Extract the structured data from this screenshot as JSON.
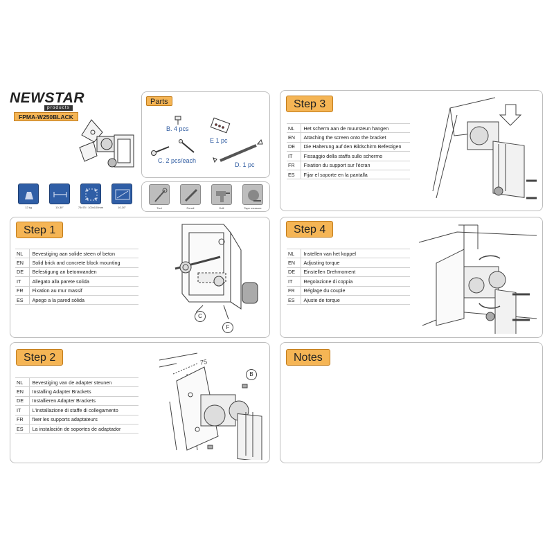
{
  "brand": {
    "name": "NEWSTAR",
    "tagline": "products",
    "model": "FPMA-W250BLACK"
  },
  "specs": [
    {
      "icon": "weight-icon",
      "label": "12 kg"
    },
    {
      "icon": "size-range-icon",
      "label": "10-30\""
    },
    {
      "icon": "vesa-pattern-icon",
      "label": "75x75 / 100x100mm"
    },
    {
      "icon": "screen-size-icon",
      "label": "10-30\""
    }
  ],
  "tools": [
    {
      "icon": "tool-icon",
      "label": "Tool"
    },
    {
      "icon": "pencil-icon",
      "label": "Pencil"
    },
    {
      "icon": "drill-icon",
      "label": "Drill"
    },
    {
      "icon": "tape-measure-icon",
      "label": "Tape measure"
    }
  ],
  "parts": {
    "title": "Parts",
    "items": [
      {
        "id": "B",
        "label": "B. 4 pcs"
      },
      {
        "id": "E",
        "label": "E 1 pc"
      },
      {
        "id": "C",
        "label": "C. 2 pcs/each"
      },
      {
        "id": "D",
        "label": "D. 1 pc"
      }
    ]
  },
  "steps": [
    {
      "id": "step1",
      "title": "Step 1",
      "callouts": [
        "C",
        "F"
      ],
      "rows": [
        {
          "code": "NL",
          "text": "Bevestiging aan solide steen of beton"
        },
        {
          "code": "EN",
          "text": "Solid brick and concrete block mounting"
        },
        {
          "code": "DE",
          "text": "Befestigung an betonwanden"
        },
        {
          "code": "IT",
          "text": "Allegato alla parete solida"
        },
        {
          "code": "FR",
          "text": "Fixation au mur massif"
        },
        {
          "code": "ES",
          "text": "Apego a la pared sólida"
        }
      ]
    },
    {
      "id": "step2",
      "title": "Step 2",
      "callouts": [
        "B"
      ],
      "dimension": "75",
      "rows": [
        {
          "code": "NL",
          "text": "Bevestiging van de adapter steunen"
        },
        {
          "code": "EN",
          "text": "Installing Adapter Brackets"
        },
        {
          "code": "DE",
          "text": "Installieren Adapter Brackets"
        },
        {
          "code": "IT",
          "text": "L'installazione di staffe di collegamento"
        },
        {
          "code": "FR",
          "text": "fixer les supports adaptateurs"
        },
        {
          "code": "ES",
          "text": "La instalación de soportes de adaptador"
        }
      ]
    },
    {
      "id": "step3",
      "title": "Step 3",
      "rows": [
        {
          "code": "NL",
          "text": "Het scherm aan de muursteun hangen"
        },
        {
          "code": "EN",
          "text": "Attaching the screen onto the bracket"
        },
        {
          "code": "DE",
          "text": "Die Halterung auf den Bildschirm Befestigen"
        },
        {
          "code": "IT",
          "text": "Fissaggio della staffa sullo schermo"
        },
        {
          "code": "FR",
          "text": "Fixation du support sur l'écran"
        },
        {
          "code": "ES",
          "text": "Fijar el soporte en la pantalla"
        }
      ]
    },
    {
      "id": "step4",
      "title": "Step 4",
      "rows": [
        {
          "code": "NL",
          "text": "Instellen van het koppel"
        },
        {
          "code": "EN",
          "text": "Adjusting torque"
        },
        {
          "code": "DE",
          "text": "Einstellen Drehmoment"
        },
        {
          "code": "IT",
          "text": "Regolazione di coppia"
        },
        {
          "code": "FR",
          "text": "Réglage du couple"
        },
        {
          "code": "ES",
          "text": "Ajuste de torque"
        }
      ]
    }
  ],
  "notes": {
    "title": "Notes"
  }
}
